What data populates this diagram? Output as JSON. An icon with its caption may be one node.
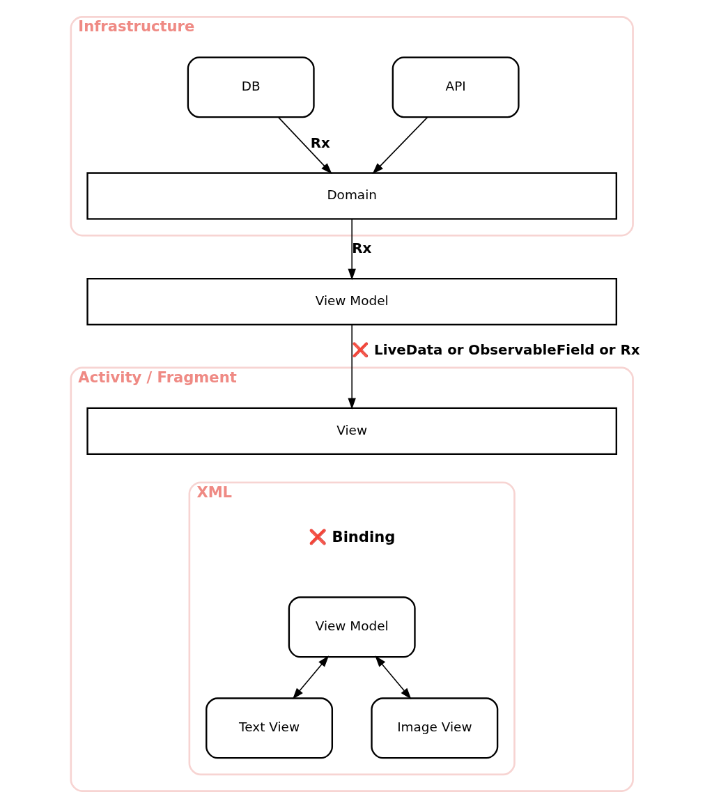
{
  "diagram": {
    "nodes": [
      {
        "text": [
          "Infrastructure"
        ]
      },
      {
        "text": [
          "API"
        ],
        "in": 0
      },
      {
        "text": [
          "DB"
        ],
        "in": 0
      },
      {
        "text": [
          "Domain"
        ],
        "in": 0
      },
      {
        "text": [
          "View Model"
        ]
      },
      {
        "text": [
          "Activity / Fragment"
        ]
      },
      {
        "text": [
          "View"
        ],
        "in": 5
      },
      {
        "text": [
          "XML"
        ],
        "in": 5
      },
      {
        "text": [
          "Text View"
        ],
        "in": 7
      },
      {
        "text": [
          "Image View"
        ],
        "in": 7
      },
      {
        "text": [
          "View Model"
        ],
        "in": 7
      }
    ],
    "edges": [
      {
        "from": 1,
        "to": 3,
        "arrow": "to"
      },
      {
        "from": 2,
        "to": 3,
        "arrow": "to",
        "label": "Rx"
      },
      {
        "from": 3,
        "to": 4,
        "arrow": "to",
        "label": "Rx"
      },
      {
        "from": 4,
        "to": 6,
        "arrow": "to",
        "label": "❌ LiveData or ObservableField or Rx"
      },
      {
        "from": 10,
        "to": 8,
        "arrow": "both"
      },
      {
        "from": 10,
        "to": 9,
        "arrow": "both"
      }
    ],
    "labels": [
      "❌ Binding"
    ]
  }
}
